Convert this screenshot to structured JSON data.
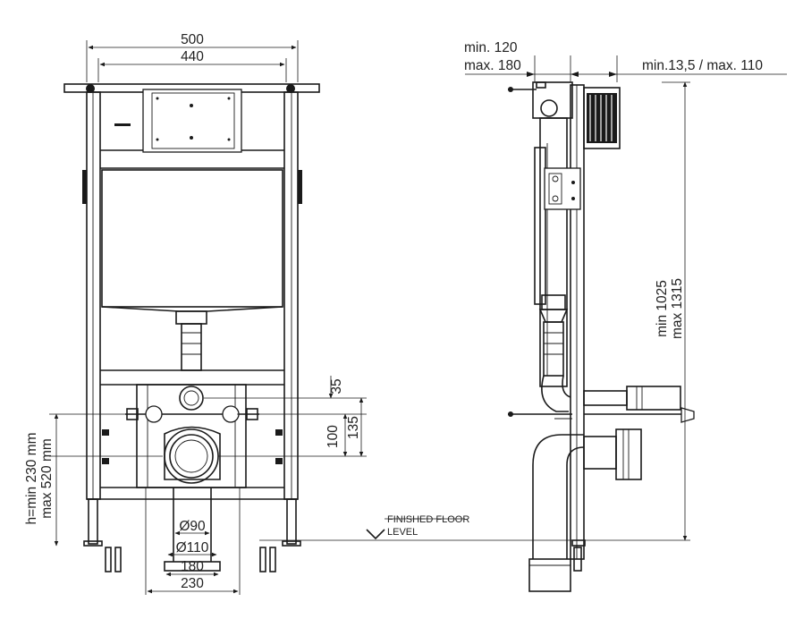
{
  "front_view": {
    "width_outer": "500",
    "width_inner": "440",
    "dim_35": "35",
    "dim_100": "100",
    "dim_135": "135",
    "height_min": "h=min 230 mm",
    "height_max": "max 520 mm",
    "dia_90": "Ø90",
    "dia_110": "Ø110",
    "width_180": "180",
    "width_230": "230"
  },
  "side_view": {
    "depth_min": "min. 120",
    "depth_max": "max. 180",
    "plate_range": "min.13,5 / max. 110",
    "total_min": "min 1025",
    "total_max": "max 1315",
    "floor_label_1": "FINISHED FLOOR",
    "floor_label_2": "LEVEL"
  },
  "colors": {
    "line": "#1a1a1a",
    "background": "#ffffff"
  }
}
